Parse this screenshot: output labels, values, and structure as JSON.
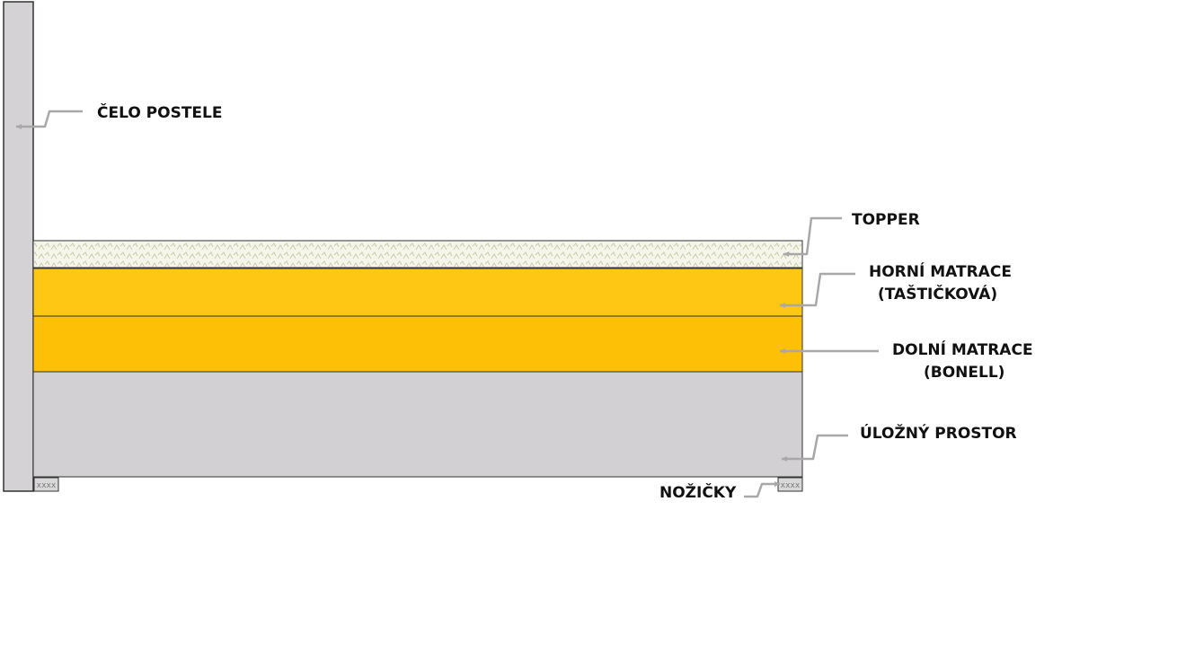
{
  "colors": {
    "background": "#ffffff",
    "outline": "#333333",
    "headboard": "#d4d2d4",
    "topper": "#f5f5ea",
    "topper_pattern": "#c8c8a8",
    "upper_mattress": "#fec714",
    "lower_mattress": "#fec006",
    "storage": "#d3d0d3",
    "feet": "#d8d8d8",
    "leader_line": "#a8a8a8",
    "label_text": "#111111"
  },
  "labels": {
    "headboard": [
      "ČELO POSTELE"
    ],
    "topper": [
      "TOPPER"
    ],
    "upper_mattress": [
      "HORNÍ MATRACE",
      "(TAŠTIČKOVÁ)"
    ],
    "lower_mattress": [
      "DOLNÍ MATRACE",
      "(BONELL)"
    ],
    "storage": [
      "ÚLOŽNÝ PROSTOR"
    ],
    "feet": [
      "NOŽIČKY"
    ]
  }
}
